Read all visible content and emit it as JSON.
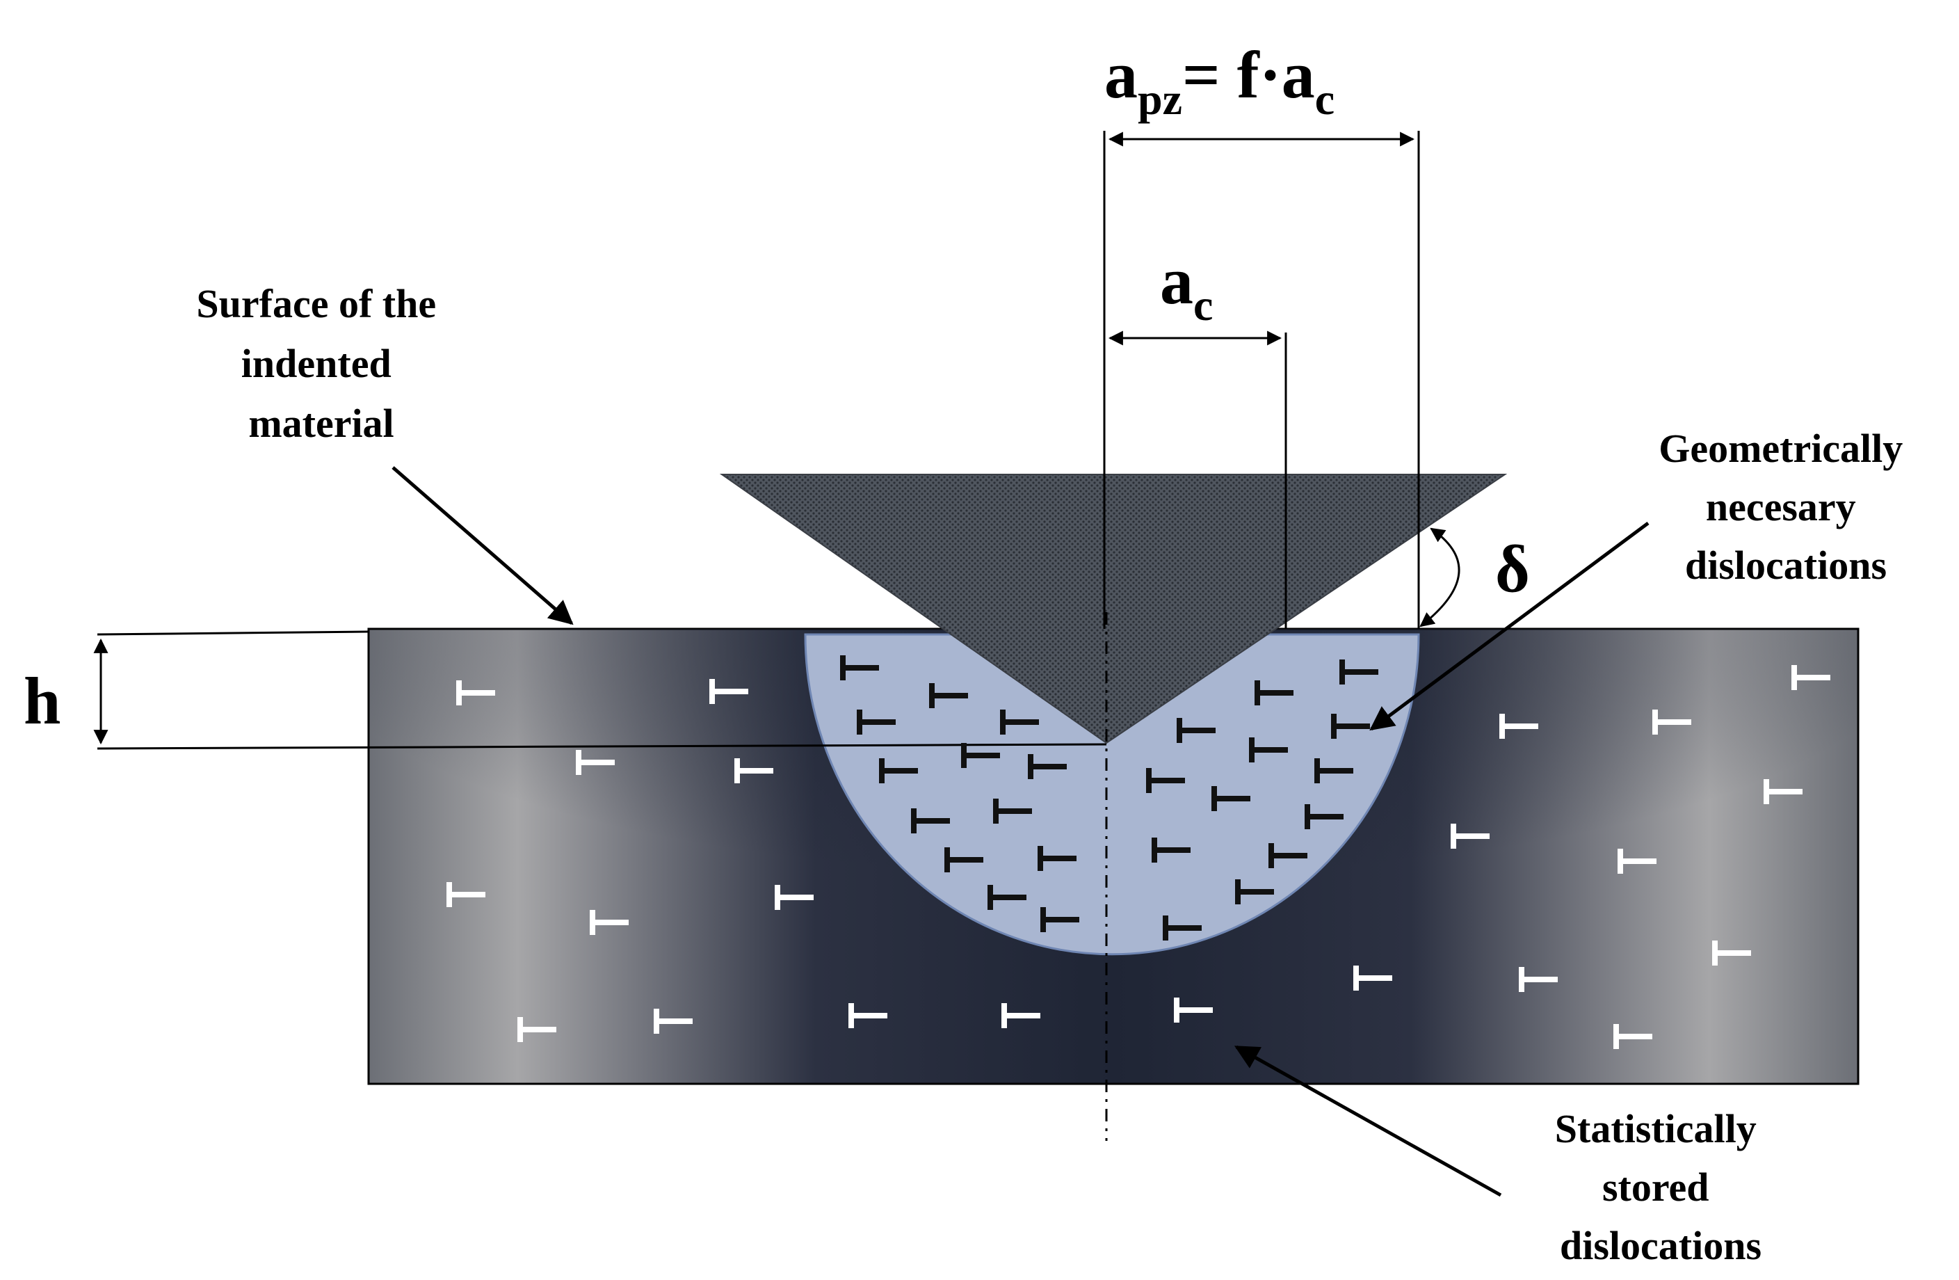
{
  "labels": {
    "surface": [
      "Surface of the",
      "indented",
      "material"
    ],
    "gnd": [
      "Geometrically",
      "necesary",
      "dislocations"
    ],
    "ssd": [
      "Statistically",
      "stored",
      "dislocations"
    ],
    "h": "h",
    "delta": "δ",
    "ac": {
      "main": "a",
      "sub": "c"
    },
    "apz": {
      "a": "a",
      "pz": "pz",
      "mid": "= f·a",
      "c": "c"
    }
  },
  "colors": {
    "bulk_light": "#a4a4a4",
    "bulk_dark": "#2b3040",
    "plastic_zone": "#a9b6d1",
    "indenter": "#4f5560",
    "ssd_symbol": "#ffffff",
    "gnd_symbol": "#111111"
  }
}
